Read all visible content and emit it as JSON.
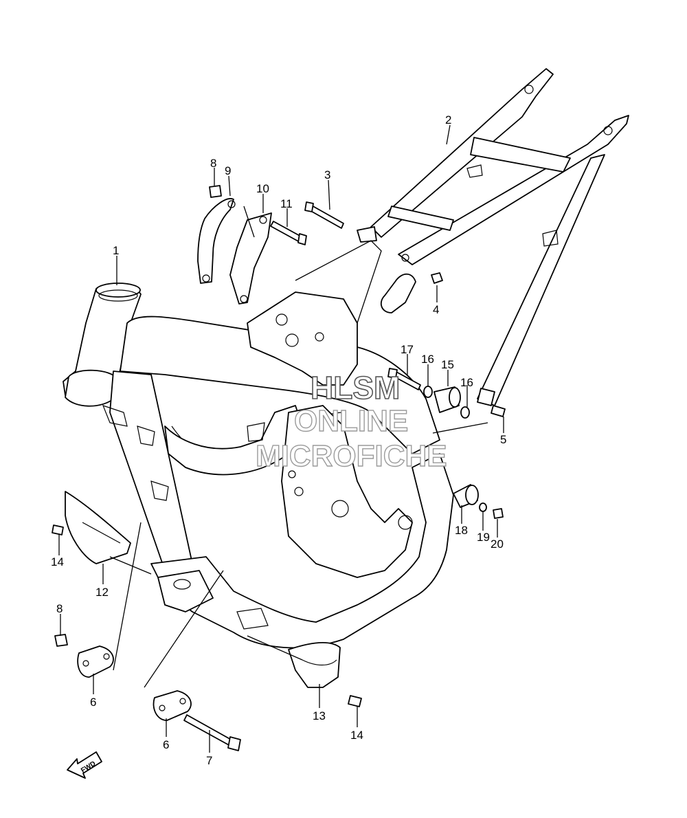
{
  "watermark": {
    "line1": "HLSM",
    "line2": "ONLINE",
    "line3": "MICROFICHE"
  },
  "fwd_badge": "FWD",
  "callouts": {
    "c1": "1",
    "c2": "2",
    "c3": "3",
    "c4": "4",
    "c5": "5",
    "c6a": "6",
    "c6b": "6",
    "c7": "7",
    "c8a": "8",
    "c8b": "8",
    "c9": "9",
    "c10": "10",
    "c11": "11",
    "c12": "12",
    "c13": "13",
    "c14a": "14",
    "c14b": "14",
    "c15": "15",
    "c16a": "16",
    "c16b": "16",
    "c17": "17",
    "c18": "18",
    "c19": "19",
    "c20": "20"
  }
}
